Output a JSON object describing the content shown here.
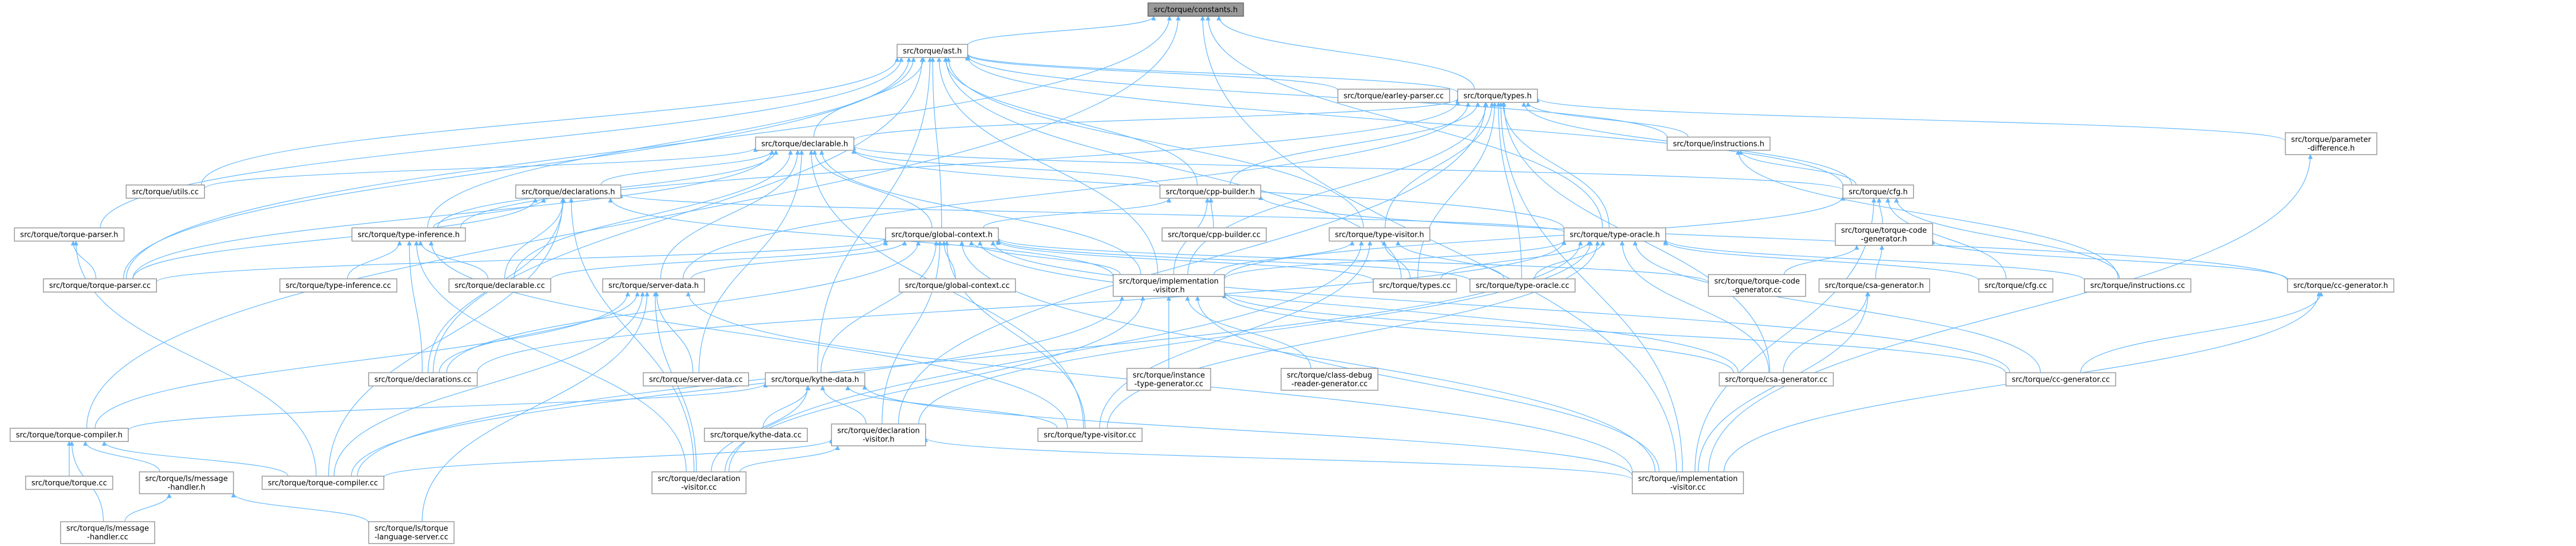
{
  "graph": {
    "edge_color": "#63b8ff",
    "node_fill": "#ffffff",
    "root_fill": "#999999",
    "root": "constants",
    "nodes": [
      {
        "id": "constants",
        "lines": [
          "src/torque/constants.h"
        ]
      },
      {
        "id": "ast",
        "lines": [
          "src/torque/ast.h"
        ]
      },
      {
        "id": "types_h",
        "lines": [
          "src/torque/types.h"
        ]
      },
      {
        "id": "earley",
        "lines": [
          "src/torque/earley-parser.cc"
        ]
      },
      {
        "id": "declarable_h",
        "lines": [
          "src/torque/declarable.h"
        ]
      },
      {
        "id": "instructions_h",
        "lines": [
          "src/torque/instructions.h"
        ]
      },
      {
        "id": "param_diff",
        "lines": [
          "src/torque/parameter",
          "-difference.h"
        ]
      },
      {
        "id": "utils_cc",
        "lines": [
          "src/torque/utils.cc"
        ]
      },
      {
        "id": "declarations_h",
        "lines": [
          "src/torque/declarations.h"
        ]
      },
      {
        "id": "cpp_builder_h",
        "lines": [
          "src/torque/cpp-builder.h"
        ]
      },
      {
        "id": "cfg_h",
        "lines": [
          "src/torque/cfg.h"
        ]
      },
      {
        "id": "torque_parser_h",
        "lines": [
          "src/torque/torque-parser.h"
        ]
      },
      {
        "id": "type_inference_h",
        "lines": [
          "src/torque/type-inference.h"
        ]
      },
      {
        "id": "global_context_h",
        "lines": [
          "src/torque/global-context.h"
        ]
      },
      {
        "id": "cpp_builder_cc",
        "lines": [
          "src/torque/cpp-builder.cc"
        ]
      },
      {
        "id": "type_visitor_h",
        "lines": [
          "src/torque/type-visitor.h"
        ]
      },
      {
        "id": "type_oracle_h",
        "lines": [
          "src/torque/type-oracle.h"
        ]
      },
      {
        "id": "torque_code_gen_h",
        "lines": [
          "src/torque/torque-code",
          "-generator.h"
        ]
      },
      {
        "id": "torque_parser_cc",
        "lines": [
          "src/torque/torque-parser.cc"
        ]
      },
      {
        "id": "type_inference_cc",
        "lines": [
          "src/torque/type-inference.cc"
        ]
      },
      {
        "id": "declarable_cc",
        "lines": [
          "src/torque/declarable.cc"
        ]
      },
      {
        "id": "server_data_h",
        "lines": [
          "src/torque/server-data.h"
        ]
      },
      {
        "id": "global_context_cc",
        "lines": [
          "src/torque/global-context.cc"
        ]
      },
      {
        "id": "impl_visitor_h",
        "lines": [
          "src/torque/implementation",
          "-visitor.h"
        ]
      },
      {
        "id": "types_cc",
        "lines": [
          "src/torque/types.cc"
        ]
      },
      {
        "id": "type_oracle_cc",
        "lines": [
          "src/torque/type-oracle.cc"
        ]
      },
      {
        "id": "torque_code_gen_cc",
        "lines": [
          "src/torque/torque-code",
          "-generator.cc"
        ]
      },
      {
        "id": "csa_gen_h",
        "lines": [
          "src/torque/csa-generator.h"
        ]
      },
      {
        "id": "cfg_cc",
        "lines": [
          "src/torque/cfg.cc"
        ]
      },
      {
        "id": "instructions_cc",
        "lines": [
          "src/torque/instructions.cc"
        ]
      },
      {
        "id": "cc_gen_h",
        "lines": [
          "src/torque/cc-generator.h"
        ]
      },
      {
        "id": "declarations_cc",
        "lines": [
          "src/torque/declarations.cc"
        ]
      },
      {
        "id": "server_data_cc",
        "lines": [
          "src/torque/server-data.cc"
        ]
      },
      {
        "id": "kythe_data_h",
        "lines": [
          "src/torque/kythe-data.h"
        ]
      },
      {
        "id": "instance_type_gen_cc",
        "lines": [
          "src/torque/instance",
          "-type-generator.cc"
        ]
      },
      {
        "id": "class_debug_cc",
        "lines": [
          "src/torque/class-debug",
          "-reader-generator.cc"
        ]
      },
      {
        "id": "csa_gen_cc",
        "lines": [
          "src/torque/csa-generator.cc"
        ]
      },
      {
        "id": "cc_gen_cc",
        "lines": [
          "src/torque/cc-generator.cc"
        ]
      },
      {
        "id": "torque_compiler_h",
        "lines": [
          "src/torque/torque-compiler.h"
        ]
      },
      {
        "id": "kythe_data_cc",
        "lines": [
          "src/torque/kythe-data.cc"
        ]
      },
      {
        "id": "decl_visitor_h",
        "lines": [
          "src/torque/declaration",
          "-visitor.h"
        ]
      },
      {
        "id": "type_visitor_cc",
        "lines": [
          "src/torque/type-visitor.cc"
        ]
      },
      {
        "id": "torque_cc",
        "lines": [
          "src/torque/torque.cc"
        ]
      },
      {
        "id": "ls_message_h",
        "lines": [
          "src/torque/ls/message",
          "-handler.h"
        ]
      },
      {
        "id": "torque_compiler_cc",
        "lines": [
          "src/torque/torque-compiler.cc"
        ]
      },
      {
        "id": "decl_visitor_cc",
        "lines": [
          "src/torque/declaration",
          "-visitor.cc"
        ]
      },
      {
        "id": "impl_visitor_cc",
        "lines": [
          "src/torque/implementation",
          "-visitor.cc"
        ]
      },
      {
        "id": "ls_message_cc",
        "lines": [
          "src/torque/ls/message",
          "-handler.cc"
        ]
      },
      {
        "id": "ls_server_cc",
        "lines": [
          "src/torque/ls/torque",
          "-language-server.cc"
        ]
      }
    ],
    "edges": [
      [
        "ast",
        "constants"
      ],
      [
        "types_h",
        "constants"
      ],
      [
        "type_oracle_h",
        "constants"
      ],
      [
        "torque_parser_cc",
        "constants"
      ],
      [
        "torque_compiler_h",
        "constants"
      ],
      [
        "impl_visitor_cc",
        "constants"
      ],
      [
        "types_h",
        "ast"
      ],
      [
        "earley",
        "ast"
      ],
      [
        "declarable_h",
        "ast"
      ],
      [
        "instructions_h",
        "ast"
      ],
      [
        "utils_cc",
        "ast"
      ],
      [
        "torque_parser_h",
        "ast"
      ],
      [
        "type_inference_h",
        "ast"
      ],
      [
        "global_context_h",
        "ast"
      ],
      [
        "cpp_builder_h",
        "ast"
      ],
      [
        "type_visitor_h",
        "ast"
      ],
      [
        "impl_visitor_h",
        "ast"
      ],
      [
        "types_cc",
        "ast"
      ],
      [
        "kythe_data_h",
        "ast"
      ],
      [
        "torque_parser_cc",
        "ast"
      ],
      [
        "cfg_h",
        "ast"
      ],
      [
        "declarations_cc",
        "ast"
      ],
      [
        "declarable_h",
        "types_h"
      ],
      [
        "instructions_h",
        "types_h"
      ],
      [
        "param_diff",
        "types_h"
      ],
      [
        "cfg_h",
        "types_h"
      ],
      [
        "type_oracle_h",
        "types_h"
      ],
      [
        "cpp_builder_h",
        "types_h"
      ],
      [
        "type_visitor_h",
        "types_h"
      ],
      [
        "type_inference_h",
        "types_h"
      ],
      [
        "impl_visitor_h",
        "types_h"
      ],
      [
        "types_cc",
        "types_h"
      ],
      [
        "type_oracle_cc",
        "types_h"
      ],
      [
        "csa_gen_cc",
        "types_h"
      ],
      [
        "impl_visitor_cc",
        "types_h"
      ],
      [
        "decl_visitor_h",
        "types_h"
      ],
      [
        "server_data_h",
        "types_h"
      ],
      [
        "utils_cc",
        "declarable_h"
      ],
      [
        "declarations_h",
        "declarable_h"
      ],
      [
        "cpp_builder_h",
        "declarable_h"
      ],
      [
        "cfg_h",
        "declarable_h"
      ],
      [
        "global_context_h",
        "declarable_h"
      ],
      [
        "type_inference_h",
        "declarable_h"
      ],
      [
        "type_oracle_h",
        "declarable_h"
      ],
      [
        "declarable_cc",
        "declarable_h"
      ],
      [
        "server_data_h",
        "declarable_h"
      ],
      [
        "impl_visitor_h",
        "declarable_h"
      ],
      [
        "server_data_cc",
        "declarable_h"
      ],
      [
        "type_visitor_cc",
        "declarable_h"
      ],
      [
        "torque_parser_cc",
        "declarable_h"
      ],
      [
        "cfg_h",
        "instructions_h"
      ],
      [
        "instructions_cc",
        "instructions_h"
      ],
      [
        "impl_visitor_cc",
        "param_diff"
      ],
      [
        "type_inference_h",
        "declarations_h"
      ],
      [
        "torque_parser_cc",
        "declarations_h"
      ],
      [
        "declarable_cc",
        "declarations_h"
      ],
      [
        "declarations_cc",
        "declarations_h"
      ],
      [
        "impl_visitor_h",
        "declarations_h"
      ],
      [
        "type_oracle_h",
        "declarations_h"
      ],
      [
        "torque_compiler_cc",
        "declarations_h"
      ],
      [
        "decl_visitor_cc",
        "declarations_h"
      ],
      [
        "global_context_h",
        "cpp_builder_h"
      ],
      [
        "cpp_builder_cc",
        "cpp_builder_h"
      ],
      [
        "impl_visitor_h",
        "cpp_builder_h"
      ],
      [
        "cc_gen_h",
        "cpp_builder_h"
      ],
      [
        "torque_code_gen_h",
        "cfg_h"
      ],
      [
        "cfg_cc",
        "cfg_h"
      ],
      [
        "instructions_cc",
        "cfg_h"
      ],
      [
        "impl_visitor_cc",
        "cfg_h"
      ],
      [
        "impl_visitor_h",
        "cfg_h"
      ],
      [
        "torque_parser_cc",
        "torque_parser_h"
      ],
      [
        "torque_compiler_cc",
        "torque_parser_h"
      ],
      [
        "type_inference_cc",
        "type_inference_h"
      ],
      [
        "declarable_cc",
        "type_inference_h"
      ],
      [
        "type_visitor_cc",
        "type_inference_h"
      ],
      [
        "decl_visitor_cc",
        "type_inference_h"
      ],
      [
        "declarations_cc",
        "type_inference_h"
      ],
      [
        "declarable_cc",
        "global_context_h"
      ],
      [
        "global_context_cc",
        "global_context_h"
      ],
      [
        "server_data_h",
        "global_context_h"
      ],
      [
        "impl_visitor_h",
        "global_context_h"
      ],
      [
        "types_cc",
        "global_context_h"
      ],
      [
        "type_oracle_cc",
        "global_context_h"
      ],
      [
        "torque_code_gen_cc",
        "global_context_h"
      ],
      [
        "csa_gen_cc",
        "global_context_h"
      ],
      [
        "cc_gen_cc",
        "global_context_h"
      ],
      [
        "kythe_data_h",
        "global_context_h"
      ],
      [
        "decl_visitor_h",
        "global_context_h"
      ],
      [
        "type_visitor_cc",
        "global_context_h"
      ],
      [
        "impl_visitor_cc",
        "global_context_h"
      ],
      [
        "torque_parser_cc",
        "global_context_h"
      ],
      [
        "declarations_cc",
        "global_context_h"
      ],
      [
        "type_oracle_cc",
        "type_visitor_h"
      ],
      [
        "types_cc",
        "type_visitor_h"
      ],
      [
        "impl_visitor_h",
        "type_visitor_h"
      ],
      [
        "type_visitor_cc",
        "type_visitor_h"
      ],
      [
        "decl_visitor_cc",
        "type_visitor_h"
      ],
      [
        "impl_visitor_h",
        "type_oracle_h"
      ],
      [
        "types_cc",
        "type_oracle_h"
      ],
      [
        "type_oracle_cc",
        "type_oracle_h"
      ],
      [
        "csa_gen_cc",
        "type_oracle_h"
      ],
      [
        "cfg_cc",
        "type_oracle_h"
      ],
      [
        "instructions_cc",
        "type_oracle_h"
      ],
      [
        "cc_gen_cc",
        "type_oracle_h"
      ],
      [
        "decl_visitor_h",
        "type_oracle_h"
      ],
      [
        "type_visitor_cc",
        "type_oracle_h"
      ],
      [
        "torque_compiler_cc",
        "type_oracle_h"
      ],
      [
        "declarations_cc",
        "type_oracle_h"
      ],
      [
        "torque_code_gen_cc",
        "torque_code_gen_h"
      ],
      [
        "csa_gen_h",
        "torque_code_gen_h"
      ],
      [
        "cc_gen_h",
        "torque_code_gen_h"
      ],
      [
        "csa_gen_cc",
        "csa_gen_h"
      ],
      [
        "impl_visitor_cc",
        "csa_gen_h"
      ],
      [
        "cc_gen_cc",
        "cc_gen_h"
      ],
      [
        "impl_visitor_cc",
        "cc_gen_h"
      ],
      [
        "declarations_cc",
        "server_data_h"
      ],
      [
        "server_data_cc",
        "server_data_h"
      ],
      [
        "torque_compiler_h",
        "server_data_h"
      ],
      [
        "impl_visitor_cc",
        "server_data_h"
      ],
      [
        "decl_visitor_cc",
        "server_data_h"
      ],
      [
        "ls_server_cc",
        "server_data_h"
      ],
      [
        "torque_compiler_cc",
        "server_data_h"
      ],
      [
        "instance_type_gen_cc",
        "impl_visitor_h"
      ],
      [
        "class_debug_cc",
        "impl_visitor_h"
      ],
      [
        "impl_visitor_cc",
        "impl_visitor_h"
      ],
      [
        "csa_gen_cc",
        "impl_visitor_h"
      ],
      [
        "cc_gen_cc",
        "impl_visitor_h"
      ],
      [
        "decl_visitor_cc",
        "impl_visitor_h"
      ],
      [
        "torque_compiler_cc",
        "impl_visitor_h"
      ],
      [
        "kythe_data_cc",
        "kythe_data_h"
      ],
      [
        "decl_visitor_h",
        "kythe_data_h"
      ],
      [
        "type_visitor_cc",
        "kythe_data_h"
      ],
      [
        "impl_visitor_cc",
        "kythe_data_h"
      ],
      [
        "torque_compiler_h",
        "kythe_data_h"
      ],
      [
        "decl_visitor_cc",
        "kythe_data_h"
      ],
      [
        "torque_cc",
        "torque_compiler_h"
      ],
      [
        "ls_message_h",
        "torque_compiler_h"
      ],
      [
        "torque_compiler_cc",
        "torque_compiler_h"
      ],
      [
        "ls_message_cc",
        "torque_compiler_h"
      ],
      [
        "decl_visitor_cc",
        "decl_visitor_h"
      ],
      [
        "impl_visitor_cc",
        "decl_visitor_h"
      ],
      [
        "torque_compiler_cc",
        "decl_visitor_h"
      ],
      [
        "ls_message_cc",
        "ls_message_h"
      ],
      [
        "ls_server_cc",
        "ls_message_h"
      ]
    ]
  }
}
